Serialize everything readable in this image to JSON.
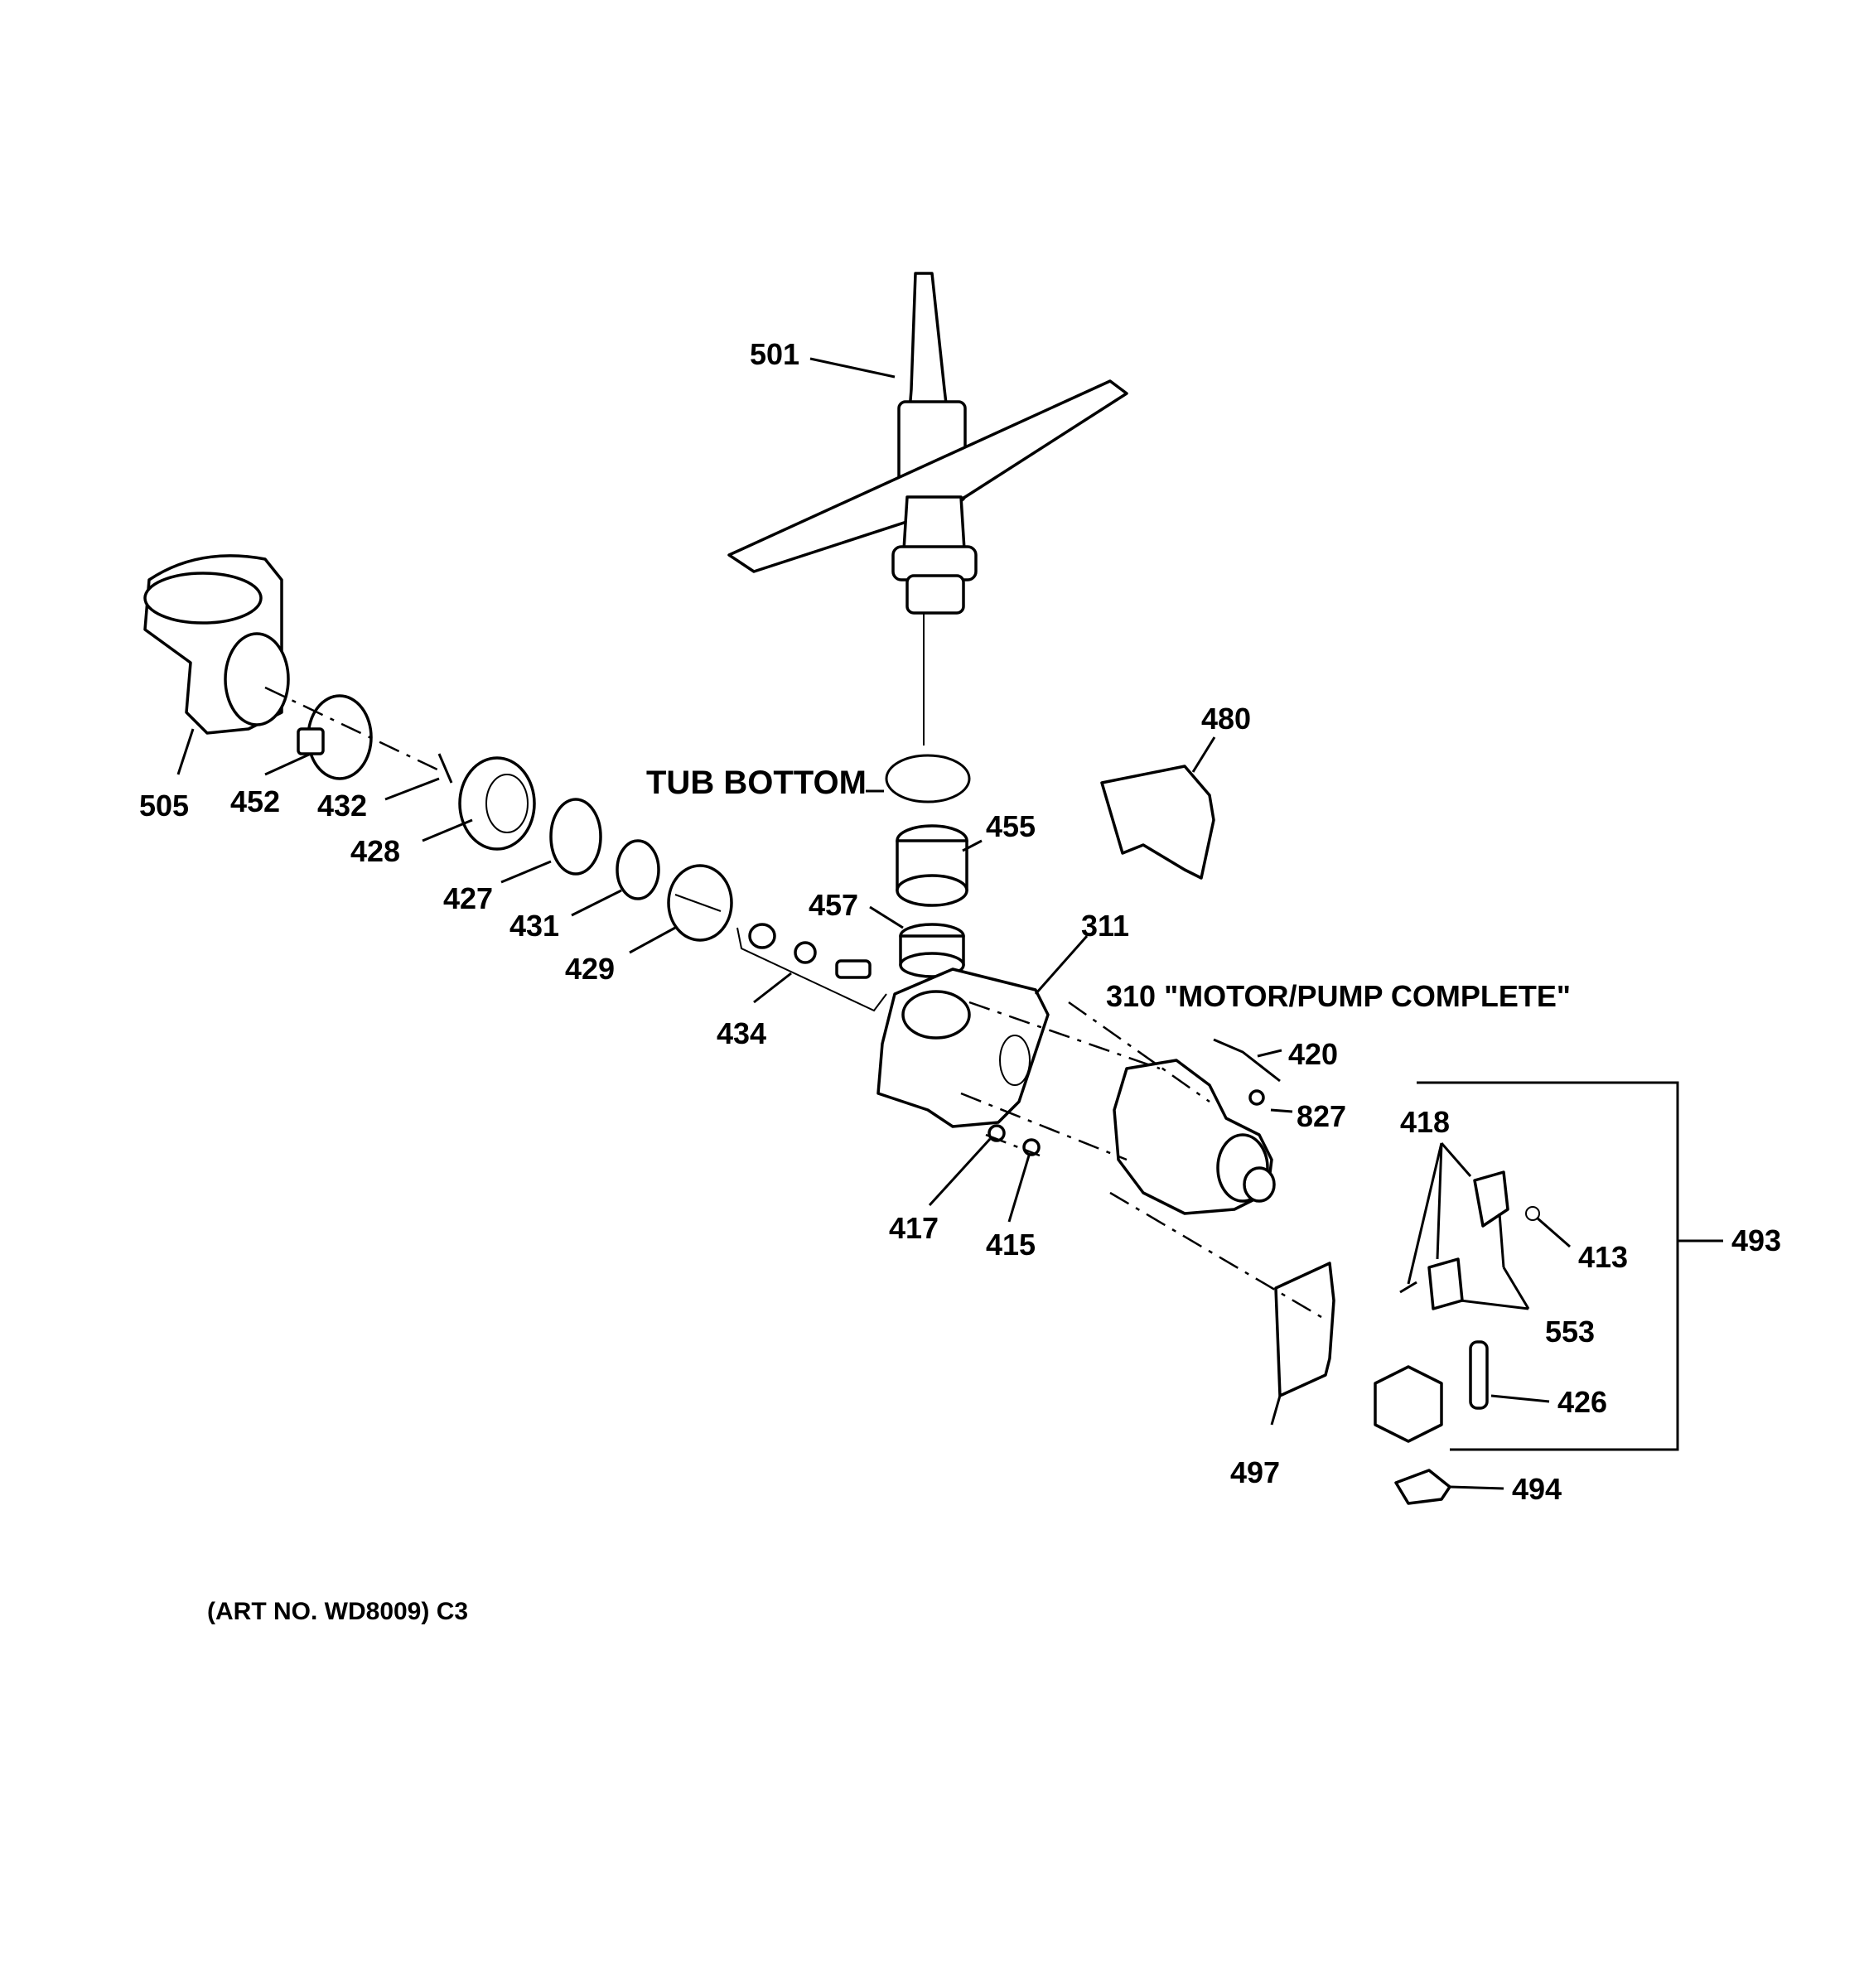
{
  "diagram": {
    "labels": {
      "p501": "501",
      "p505": "505",
      "p452": "452",
      "p432": "432",
      "p428": "428",
      "p427": "427",
      "p431": "431",
      "p429": "429",
      "p434": "434",
      "p455": "455",
      "p457": "457",
      "p480": "480",
      "p311": "311",
      "p420": "420",
      "p827": "827",
      "p418": "418",
      "p413": "413",
      "p553": "553",
      "p426": "426",
      "p493": "493",
      "p497": "497",
      "p494": "494",
      "p417": "417",
      "p415": "415"
    },
    "tub_bottom": "TUB BOTTOM",
    "motor_pump": "310 \"MOTOR/PUMP COMPLETE\"",
    "art_no": "(ART NO. WD8009) C3"
  }
}
